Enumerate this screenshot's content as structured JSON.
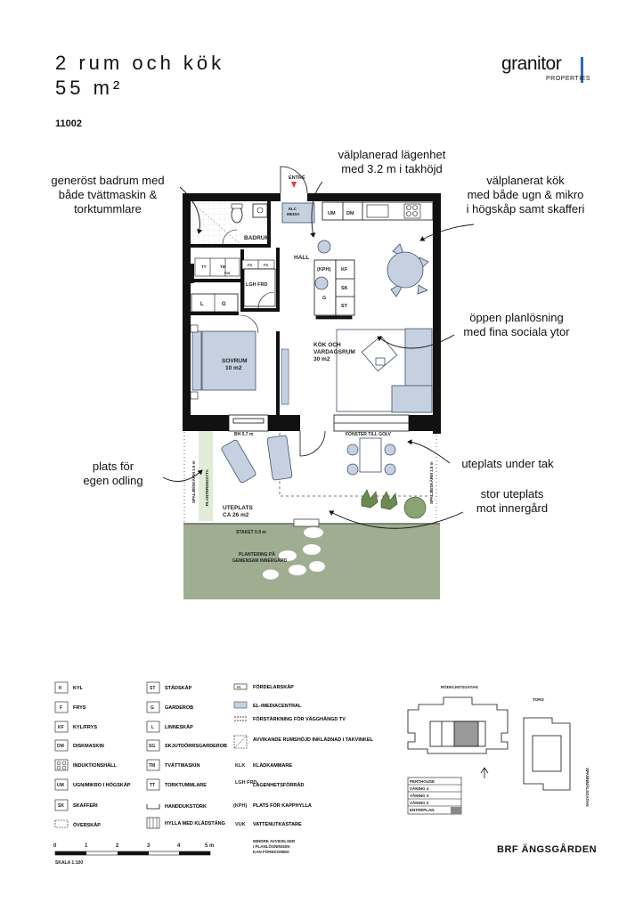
{
  "header": {
    "title_line1": "2 rum och kök",
    "title_line2": "55 m²",
    "apartment_number": "11002",
    "logo_word": "granitor",
    "logo_sub": "PROPERTIES"
  },
  "callouts": {
    "ceiling": [
      "välplanerad lägenhet",
      "med 3.2 m i takhöjd"
    ],
    "bathroom": [
      "generöst badrum med",
      "både tvättmaskin &",
      "torktummlare"
    ],
    "kitchen": [
      "välplanerat kök",
      "med både ugn & mikro",
      "i högskåp samt skafferi"
    ],
    "open_plan": [
      "öppen planlösning",
      "med fina sociala ytor"
    ],
    "covered_patio": [
      "uteplats under tak"
    ],
    "garden_plot": [
      "plats för",
      "egen odling"
    ],
    "large_patio": [
      "stor uteplats",
      "mot innergård"
    ]
  },
  "plan": {
    "entrance": "ENTRÉ",
    "elc_media": [
      "ELC",
      "MEDIA"
    ],
    "um": "UM",
    "dm": "DM",
    "bathroom": "BADRUM",
    "hall": "HALL",
    "kph": "(KPH)",
    "kf": "KF",
    "sk": "SK",
    "g": "G",
    "st": "ST",
    "lgh_frd": "LGH FRD",
    "tt": "TT",
    "tm": "TM",
    "fix": "FIX",
    "fs": "FS",
    "wardrobe_l": "L",
    "wardrobe_g": "G",
    "bedroom": "SOVRUM",
    "bedroom_area": "10 m2",
    "kitchen_living": [
      "KÖK OCH",
      "VARDAGSRUM"
    ],
    "kitchen_living_area": "30 m2",
    "window_height": "BH 0.7 m",
    "floor_window": "FÖNSTER TILL GOLV",
    "trellis_left": "SPALJÉ/SKÄRM 1.5 m",
    "trellis_right": "SPALJÉ/SKÄRM 1.5 m",
    "planting_area": "PLANTERINGSYTA",
    "patio": "UTEPLATS",
    "patio_area": "CA 26 m2",
    "fence": "STAKET 0.9 m",
    "shared_planting": [
      "PLANTERING PÅ",
      "GEMENSAM INNERGÅRD"
    ]
  },
  "legend": {
    "col1": [
      {
        "code": "K",
        "label": "KYL"
      },
      {
        "code": "F",
        "label": "FRYS"
      },
      {
        "code": "KF",
        "label": "KYL/FRYS"
      },
      {
        "code": "DM",
        "label": "DISKMASKIN"
      },
      {
        "code": "",
        "label": "INDUKTIONSHÄLL"
      },
      {
        "code": "UM",
        "label": "UGN/MIKRO I HÖGSKÅP"
      },
      {
        "code": "SK",
        "label": "SKAFFERI"
      },
      {
        "code": "",
        "label": "ÖVERSKÅP"
      }
    ],
    "col2": [
      {
        "code": "ST",
        "label": "STÄDSKÅP"
      },
      {
        "code": "G",
        "label": "GARDEROB"
      },
      {
        "code": "L",
        "label": "LINNESKÅP"
      },
      {
        "code": "SG",
        "label": "SKJUTDÖRRSGARDEROB"
      },
      {
        "code": "TM",
        "label": "TVÄTTMASKIN"
      },
      {
        "code": "TT",
        "label": "TORKTUMMLARE"
      },
      {
        "code": "",
        "label": "HANDDUKSTORK"
      },
      {
        "code": "",
        "label": "HYLLA MED KLÄDSTÅNG"
      }
    ],
    "col3": [
      {
        "code": "FS",
        "label": "FÖRDELARSKÅP"
      },
      {
        "code": "",
        "label": "EL-/MEDIACENTRAL"
      },
      {
        "code": "",
        "label": "FÖRSTÄRKNING FÖR VÄGGHÄNGD TV"
      },
      {
        "code": "",
        "label": "AVVIKANDE RUMSHÖJD INKLÄDNAD I TAKVINKEL"
      },
      {
        "code": "KLK",
        "label": "KLÄDKAMMARE"
      },
      {
        "code": "LGH FRD",
        "label": "LÄGENHETSFÖRRÅD"
      },
      {
        "code": "(KPH)",
        "label": "PLATS FÖR KAPPHYLLA"
      },
      {
        "code": "VUK",
        "label": "VATTENUTKASTARE"
      }
    ]
  },
  "scale": {
    "ticks": [
      "0",
      "1",
      "2",
      "3",
      "4",
      "5 m"
    ],
    "label": "SKALA 1:100",
    "note": [
      "MINDRE AVVIKELSER",
      "I PLANLÖSNINGEN",
      "KAN FÖREKOMMA"
    ]
  },
  "site": {
    "street_top": "RÖDKLINTSGATAN",
    "torg": "TORG",
    "street_right": "SPANNMÅLSGATAN",
    "floors": [
      "PENTHOUSE",
      "VÅNING 4",
      "VÅNING 3",
      "VÅNING 2",
      "ENTRÉPLAN"
    ]
  },
  "footer": {
    "project": "BRF ÄNGSGÅRDEN"
  },
  "colors": {
    "wall": "#111111",
    "furniture_fill": "#c5d1e1",
    "furniture_stroke": "#3f4f66",
    "grass": "#9fae91",
    "planting_strip": "#e2ebd6",
    "brand_bar": "#2e69b4"
  }
}
